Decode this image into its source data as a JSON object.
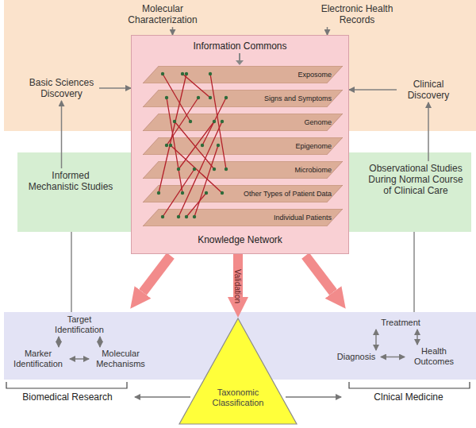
{
  "diagram": {
    "nodes": [
      {
        "text": [
          "Molecular Characterization"
        ]
      },
      {
        "text": [
          "Electronic Health Records"
        ]
      },
      {
        "text": [
          "Basic Sciences Discovery"
        ]
      },
      {
        "text": [
          "Clinical Discovery"
        ]
      },
      {
        "text": [
          "Information Commons",
          "Knowledge Network"
        ]
      },
      {
        "text": [
          "Exposome"
        ],
        "in": 4
      },
      {
        "text": [
          "Signs and Symptoms"
        ],
        "in": 4
      },
      {
        "text": [
          "Genome"
        ],
        "in": 4
      },
      {
        "text": [
          "Epigenome"
        ],
        "in": 4
      },
      {
        "text": [
          "Microbiome"
        ],
        "in": 4
      },
      {
        "text": [
          "Other Types of Patient Data"
        ],
        "in": 4
      },
      {
        "text": [
          "Individual Patients"
        ],
        "in": 4
      },
      {
        "text": [
          "Informed Mechanistic Studies"
        ]
      },
      {
        "text": [
          "Observational Studies During Normal Course of Clinical Care"
        ]
      },
      {
        "text": [
          "Target Identification"
        ]
      },
      {
        "text": [
          "Marker Identification"
        ]
      },
      {
        "text": [
          "Molecular Mechanisms"
        ]
      },
      {
        "text": [
          "Treatment"
        ]
      },
      {
        "text": [
          "Diagnosis"
        ]
      },
      {
        "text": [
          "Health Outcomes"
        ]
      },
      {
        "text": [
          "Taxonomic Classification"
        ]
      }
    ],
    "edges": [
      {
        "from": 0,
        "to": 4,
        "arrow": "to"
      },
      {
        "from": 1,
        "to": 4,
        "arrow": "to"
      },
      {
        "from": 2,
        "to": 4,
        "arrow": "to"
      },
      {
        "from": 3,
        "to": 4,
        "arrow": "to"
      },
      {
        "from": 12,
        "to": 2,
        "arrow": "to"
      },
      {
        "from": 13,
        "to": 3,
        "arrow": "to"
      },
      {
        "from": 14,
        "to": 15,
        "arrow": "both"
      },
      {
        "from": 14,
        "to": 16,
        "arrow": "both"
      },
      {
        "from": 15,
        "to": 16,
        "arrow": "both"
      },
      {
        "from": 17,
        "to": 18,
        "arrow": "both"
      },
      {
        "from": 17,
        "to": 19,
        "arrow": "both"
      },
      {
        "from": 18,
        "to": 19,
        "arrow": "both"
      },
      {
        "from": 4,
        "to": 20,
        "label": "Validation",
        "arrow": "to"
      }
    ],
    "labels": [
      "Biomedical Research",
      "Clnical Medicine"
    ]
  }
}
